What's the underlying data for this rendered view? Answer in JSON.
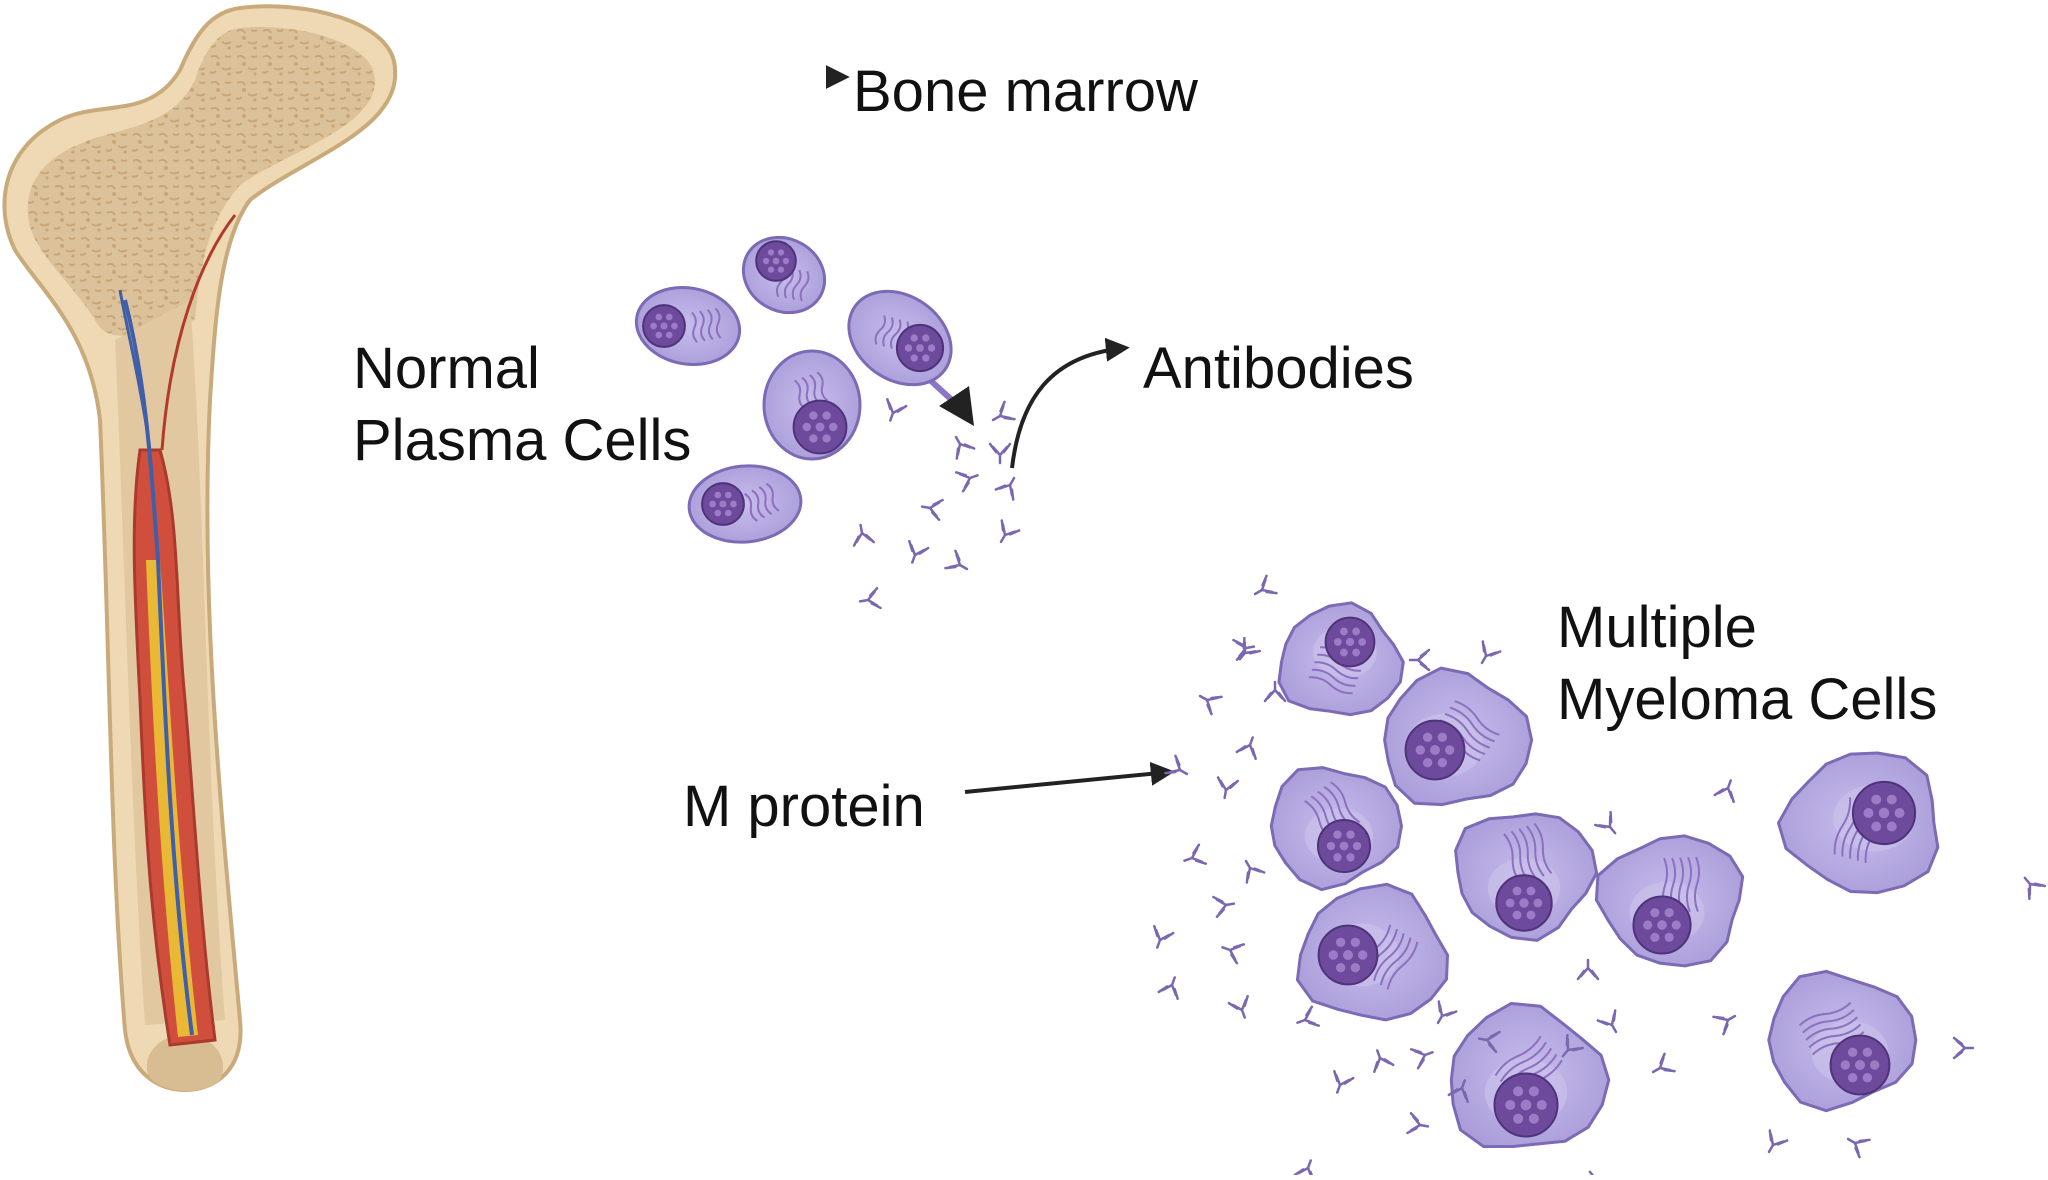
{
  "labels": {
    "bone_marrow": "Bone marrow",
    "normal_line1": "Normal",
    "normal_line2": "Plasma Cells",
    "antibodies": "Antibodies",
    "m_protein": "M protein",
    "myeloma_line1": "Multiple",
    "myeloma_line2": "Myeloma Cells"
  },
  "colors": {
    "bone_outer": "#efd9b4",
    "bone_spongy": "#d8bc92",
    "bone_outline": "#c9aa7b",
    "marrow_red": "#cf4f3c",
    "marrow_dark": "#a93a2c",
    "vessel_blue": "#3f5fa8",
    "vessel_yellow": "#e9b935",
    "cell_body": "#b3a8df",
    "cell_outline": "#7d6ab5",
    "nucleus": "#6d4a9c",
    "nucleus_spots": "#9c7cc6",
    "antibody": "#7a67b0",
    "arrow": "#222222"
  },
  "icons": [
    "femur-bone",
    "plasma-cell",
    "myeloma-cell",
    "antibody-icon",
    "arrow-icon"
  ]
}
